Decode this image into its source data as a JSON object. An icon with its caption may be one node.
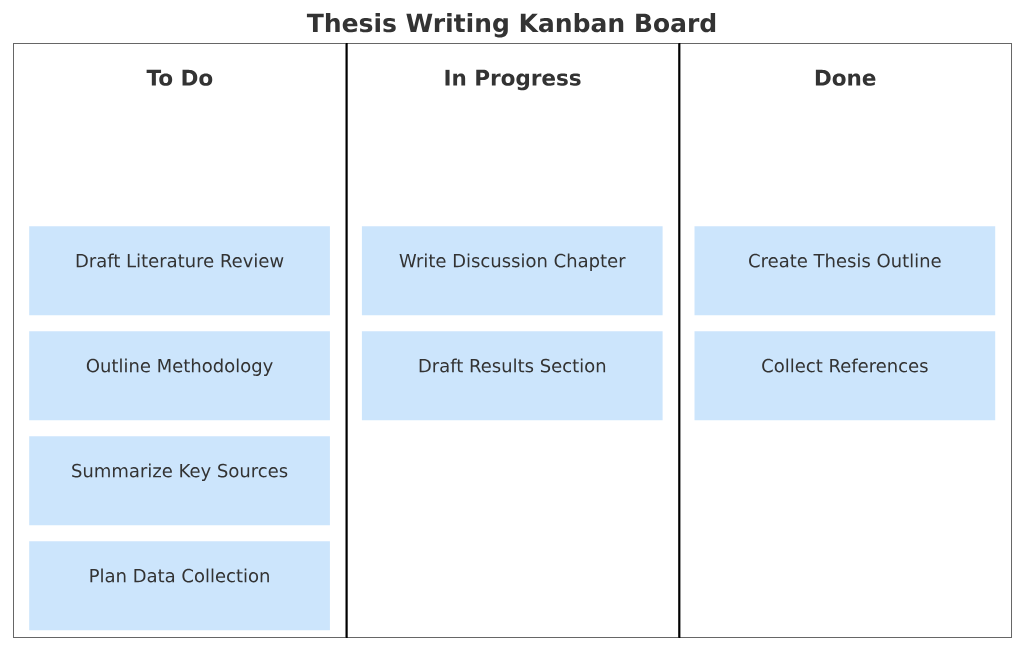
{
  "diagram": {
    "title": "Thesis Writing Kanban Board",
    "nodes": [
      {
        "text": [
          "To Do"
        ]
      },
      {
        "text": [
          "Draft Literature Review"
        ],
        "in": 0
      },
      {
        "text": [
          "Outline Methodology"
        ],
        "in": 0
      },
      {
        "text": [
          "Summarize Key Sources"
        ],
        "in": 0
      },
      {
        "text": [
          "Plan Data Collection"
        ],
        "in": 0
      },
      {
        "text": [
          "In Progress"
        ]
      },
      {
        "text": [
          "Write Discussion Chapter"
        ],
        "in": 5
      },
      {
        "text": [
          "Draft Results Section"
        ],
        "in": 5
      },
      {
        "text": [
          "Done"
        ]
      },
      {
        "text": [
          "Create Thesis Outline"
        ],
        "in": 8
      },
      {
        "text": [
          "Collect References"
        ],
        "in": 8
      }
    ]
  }
}
